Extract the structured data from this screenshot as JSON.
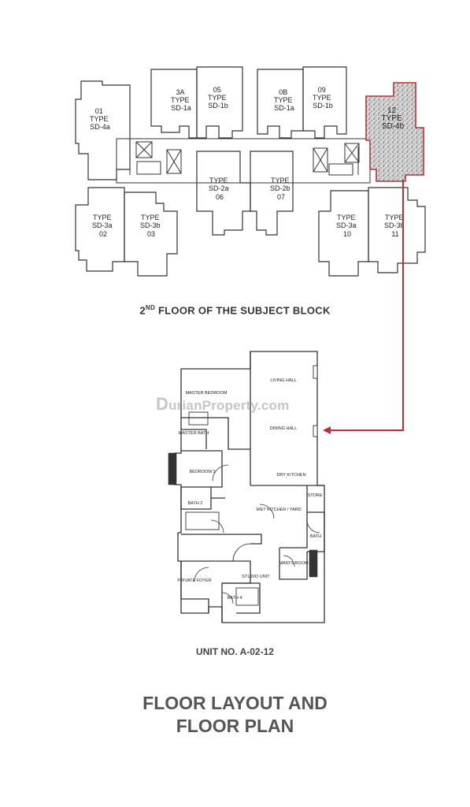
{
  "block_plan": {
    "units": [
      {
        "no": "01",
        "type": "TYPE",
        "code": "SD-4a"
      },
      {
        "no": "3A",
        "type": "TYPE",
        "code": "SD-1a"
      },
      {
        "no": "05",
        "type": "TYPE",
        "code": "SD-1b"
      },
      {
        "no": "0B",
        "type": "TYPE",
        "code": "SD-1a"
      },
      {
        "no": "09",
        "type": "TYPE",
        "code": "SD-1b"
      },
      {
        "no": "12",
        "type": "TYPE",
        "code": "SD-4b"
      },
      {
        "no": "06",
        "type": "TYPE",
        "code": "SD-2a"
      },
      {
        "no": "07",
        "type": "TYPE",
        "code": "SD-2b"
      },
      {
        "no": "02",
        "type": "TYPE",
        "code": "SD-3a"
      },
      {
        "no": "03",
        "type": "TYPE",
        "code": "SD-3b"
      },
      {
        "no": "10",
        "type": "TYPE",
        "code": "SD-3a"
      },
      {
        "no": "11",
        "type": "TYPE",
        "code": "SD-3b"
      }
    ],
    "highlight_color": "#b8323c"
  },
  "block_caption": {
    "ordinal": "2",
    "suffix": "ND",
    "rest": " FLOOR OF THE SUBJECT BLOCK"
  },
  "unit_plan": {
    "rooms": {
      "living": "LIVING HALL",
      "master_bedroom": "MASTER BEDROOM",
      "dining": "DINING HALL",
      "master_bath": "MASTER BATH",
      "bedroom3": "BEDROOM 3",
      "dry_kitchen": "DRY KITCHEN",
      "store": "STORE",
      "wet_kitchen": "WET KITCHEN / YARD",
      "bath2": "BATH 2",
      "bath": "BATH",
      "maids_room": "MAID'S ROOM",
      "studio": "STUDIO UNIT",
      "foyer": "PRIVATE FOYER",
      "bath4": "BATH 4"
    }
  },
  "watermark": {
    "first": "D",
    "rest": "urianProperty.com"
  },
  "unit_caption": "UNIT NO. A-02-12",
  "title": {
    "line1": "FLOOR LAYOUT AND",
    "line2": "FLOOR PLAN"
  }
}
